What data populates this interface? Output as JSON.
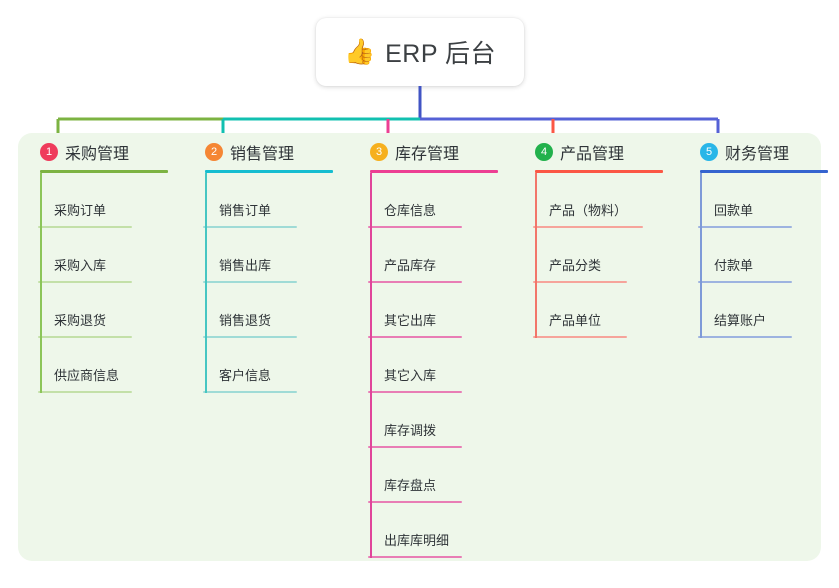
{
  "root": {
    "icon": "thumbs-up-icon",
    "emoji": "👍",
    "title": "ERP 后台"
  },
  "palette": {
    "panel_background": "#eef7ea",
    "page_background": "#ffffff",
    "stem": "#4154c4",
    "branch_left": "#7cb342",
    "branch_mid": "#11c0b0",
    "branch_right": "#5561d6",
    "text": "#2f3438"
  },
  "columns": [
    {
      "number": "1",
      "title": "采购管理",
      "badge_color": "#ef3c5c",
      "rule_color": "#7cb342",
      "rail_color": "#8cc559",
      "leaf_rule_color": "#c3e0a8",
      "drop_color": "#7cb342",
      "items": [
        {
          "label": "采购订单"
        },
        {
          "label": "采购入库"
        },
        {
          "label": "采购退货"
        },
        {
          "label": "供应商信息"
        }
      ]
    },
    {
      "number": "2",
      "title": "销售管理",
      "badge_color": "#f58634",
      "rule_color": "#15bdd0",
      "rail_color": "#46c6c2",
      "leaf_rule_color": "#9fdbd6",
      "drop_color": "#11c0b0",
      "items": [
        {
          "label": "销售订单"
        },
        {
          "label": "销售出库"
        },
        {
          "label": "销售退货"
        },
        {
          "label": "客户信息"
        }
      ]
    },
    {
      "number": "3",
      "title": "库存管理",
      "badge_color": "#f6b01e",
      "rule_color": "#ec3f93",
      "rail_color": "#e0459a",
      "leaf_rule_color": "#e87db5",
      "drop_color": "#ec3f93",
      "items": [
        {
          "label": "仓库信息"
        },
        {
          "label": "产品库存"
        },
        {
          "label": "其它出库"
        },
        {
          "label": "其它入库"
        },
        {
          "label": "库存调拨"
        },
        {
          "label": "库存盘点"
        },
        {
          "label": "出库库明细"
        }
      ]
    },
    {
      "number": "4",
      "title": "产品管理",
      "badge_color": "#22b14c",
      "rule_color": "#fb5745",
      "rail_color": "#f2766a",
      "leaf_rule_color": "#f6a49b",
      "drop_color": "#fb5745",
      "items": [
        {
          "label": "产品（物料）",
          "wide": true
        },
        {
          "label": "产品分类"
        },
        {
          "label": "产品单位"
        }
      ]
    },
    {
      "number": "5",
      "title": "财务管理",
      "badge_color": "#29b6e8",
      "rule_color": "#3564cf",
      "rail_color": "#7e9ad8",
      "leaf_rule_color": "#9db3e0",
      "drop_color": "#5561d6",
      "items": [
        {
          "label": "回款单"
        },
        {
          "label": "付款单"
        },
        {
          "label": "结算账户"
        }
      ]
    }
  ]
}
